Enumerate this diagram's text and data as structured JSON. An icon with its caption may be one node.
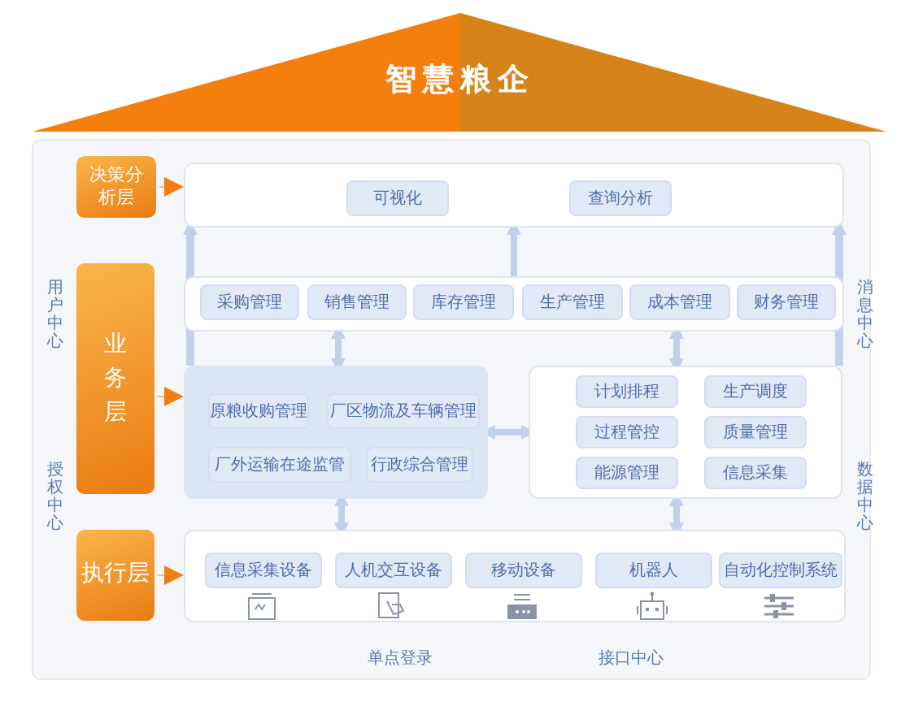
{
  "diagram": {
    "title": "智慧粮企",
    "nodes": [
      {
        "text": [
          "决策分析层"
        ]
      },
      {
        "text": [],
        "shape": "box"
      },
      {
        "text": [
          "可视化"
        ],
        "in": 1
      },
      {
        "text": [
          "查询分析"
        ],
        "in": 1
      },
      {
        "text": [
          "业务层"
        ]
      },
      {
        "text": [],
        "shape": "box"
      },
      {
        "text": [
          "采购管理"
        ],
        "in": 5
      },
      {
        "text": [
          "销售管理"
        ],
        "in": 5
      },
      {
        "text": [
          "库存管理"
        ],
        "in": 5
      },
      {
        "text": [
          "生产管理"
        ],
        "in": 5
      },
      {
        "text": [
          "成本管理"
        ],
        "in": 5
      },
      {
        "text": [
          "财务管理"
        ],
        "in": 5
      },
      {
        "text": [],
        "shape": "box"
      },
      {
        "text": [
          "原粮收购管理"
        ],
        "in": 12
      },
      {
        "text": [
          "厂区物流及车辆管理"
        ],
        "in": 12
      },
      {
        "text": [
          "厂外运输在途监管"
        ],
        "in": 12
      },
      {
        "text": [
          "行政综合管理"
        ],
        "in": 12
      },
      {
        "text": [],
        "shape": "box"
      },
      {
        "text": [
          "计划排程"
        ],
        "in": 17
      },
      {
        "text": [
          "生产调度"
        ],
        "in": 17
      },
      {
        "text": [
          "过程管控"
        ],
        "in": 17
      },
      {
        "text": [
          "质量管理"
        ],
        "in": 17
      },
      {
        "text": [
          "能源管理"
        ],
        "in": 17
      },
      {
        "text": [
          "信息采集"
        ],
        "in": 17
      },
      {
        "text": [
          "执行层"
        ]
      },
      {
        "text": [],
        "shape": "box"
      },
      {
        "text": [
          "信息采集设备"
        ],
        "in": 25
      },
      {
        "text": [
          "人机交互设备"
        ],
        "in": 25
      },
      {
        "text": [
          "移动设备"
        ],
        "in": 25
      },
      {
        "text": [
          "机器人"
        ],
        "in": 25
      },
      {
        "text": [
          "自动化控制系统"
        ],
        "in": 25
      }
    ],
    "edges": [
      {
        "from": 0,
        "to": 1,
        "arrow": "to",
        "color": "#ee7f12"
      },
      {
        "from": 4,
        "to": 12,
        "arrow": "to",
        "color": "#ee7f12"
      },
      {
        "from": 24,
        "to": 25,
        "arrow": "to",
        "color": "#ee7f12"
      },
      {
        "from": 5,
        "to": 1,
        "arrow": "to"
      },
      {
        "from": 12,
        "to": 1,
        "arrow": "to"
      },
      {
        "from": 17,
        "to": 1,
        "arrow": "to"
      },
      {
        "from": 12,
        "to": 5,
        "arrow": "both"
      },
      {
        "from": 17,
        "to": 5,
        "arrow": "both"
      },
      {
        "from": 12,
        "to": 17,
        "arrow": "both"
      },
      {
        "from": 25,
        "to": 12,
        "arrow": "both"
      },
      {
        "from": 25,
        "to": 17,
        "arrow": "both"
      }
    ],
    "labels": [
      "用户中心",
      "消息中心",
      "授权中心",
      "数据中心",
      "单点登录",
      "接口中心"
    ]
  }
}
